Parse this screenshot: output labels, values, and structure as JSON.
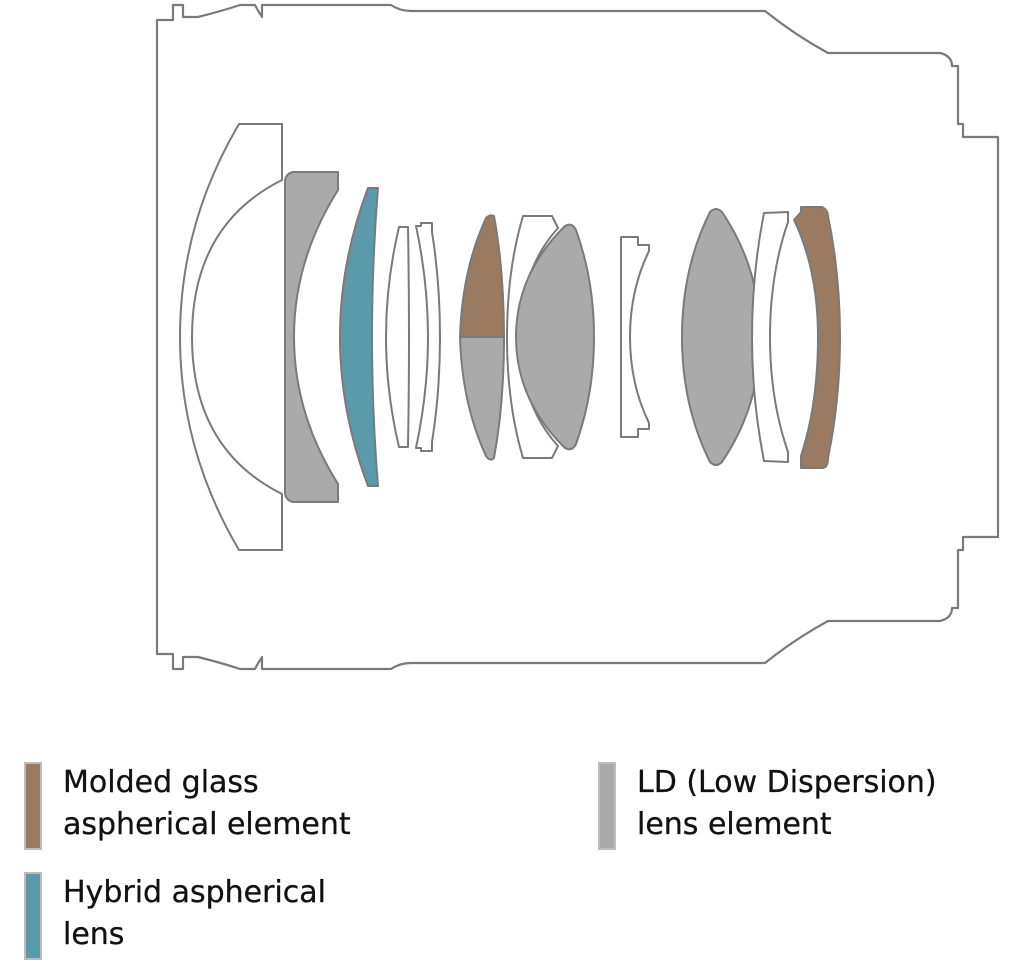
{
  "colors": {
    "molded": "#9a7b61",
    "hybrid": "#5b9aab",
    "ld": "#a9aaa9",
    "outline": "#7a7a7a"
  },
  "legend": {
    "molded": {
      "line1": "Molded glass",
      "line2": "aspherical element"
    },
    "ld": {
      "line1": "LD (Low Dispersion)",
      "line2": "lens element"
    },
    "hybrid": {
      "line1": "Hybrid aspherical",
      "line2": "lens"
    }
  }
}
